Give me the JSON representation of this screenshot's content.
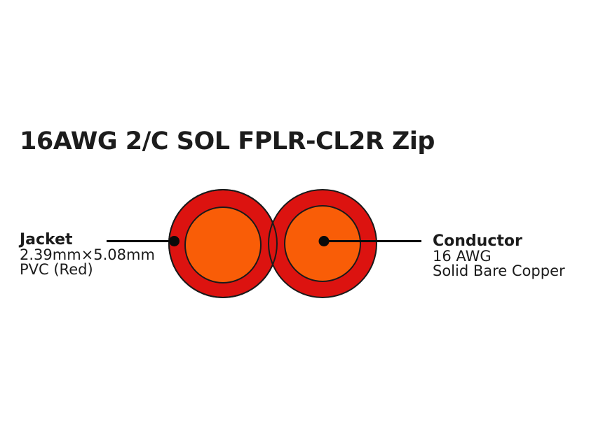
{
  "title": "16AWG 2/C SOL FPLR-CL2R Zip",
  "diagram": {
    "type": "zip-cord-cross-section",
    "conductor_count": 2,
    "colors": {
      "jacket": "#dc1310",
      "conductor": "#f95d07",
      "outline": "#1a1a1a",
      "leader": "#0a0a0a"
    },
    "callouts": [
      {
        "target": "jacket",
        "heading": "Jacket",
        "lines": [
          "2.39mm×5.08mm",
          "PVC (Red)"
        ]
      },
      {
        "target": "conductor",
        "heading": "Conductor",
        "lines": [
          "16 AWG",
          "Solid Bare Copper"
        ]
      }
    ]
  }
}
